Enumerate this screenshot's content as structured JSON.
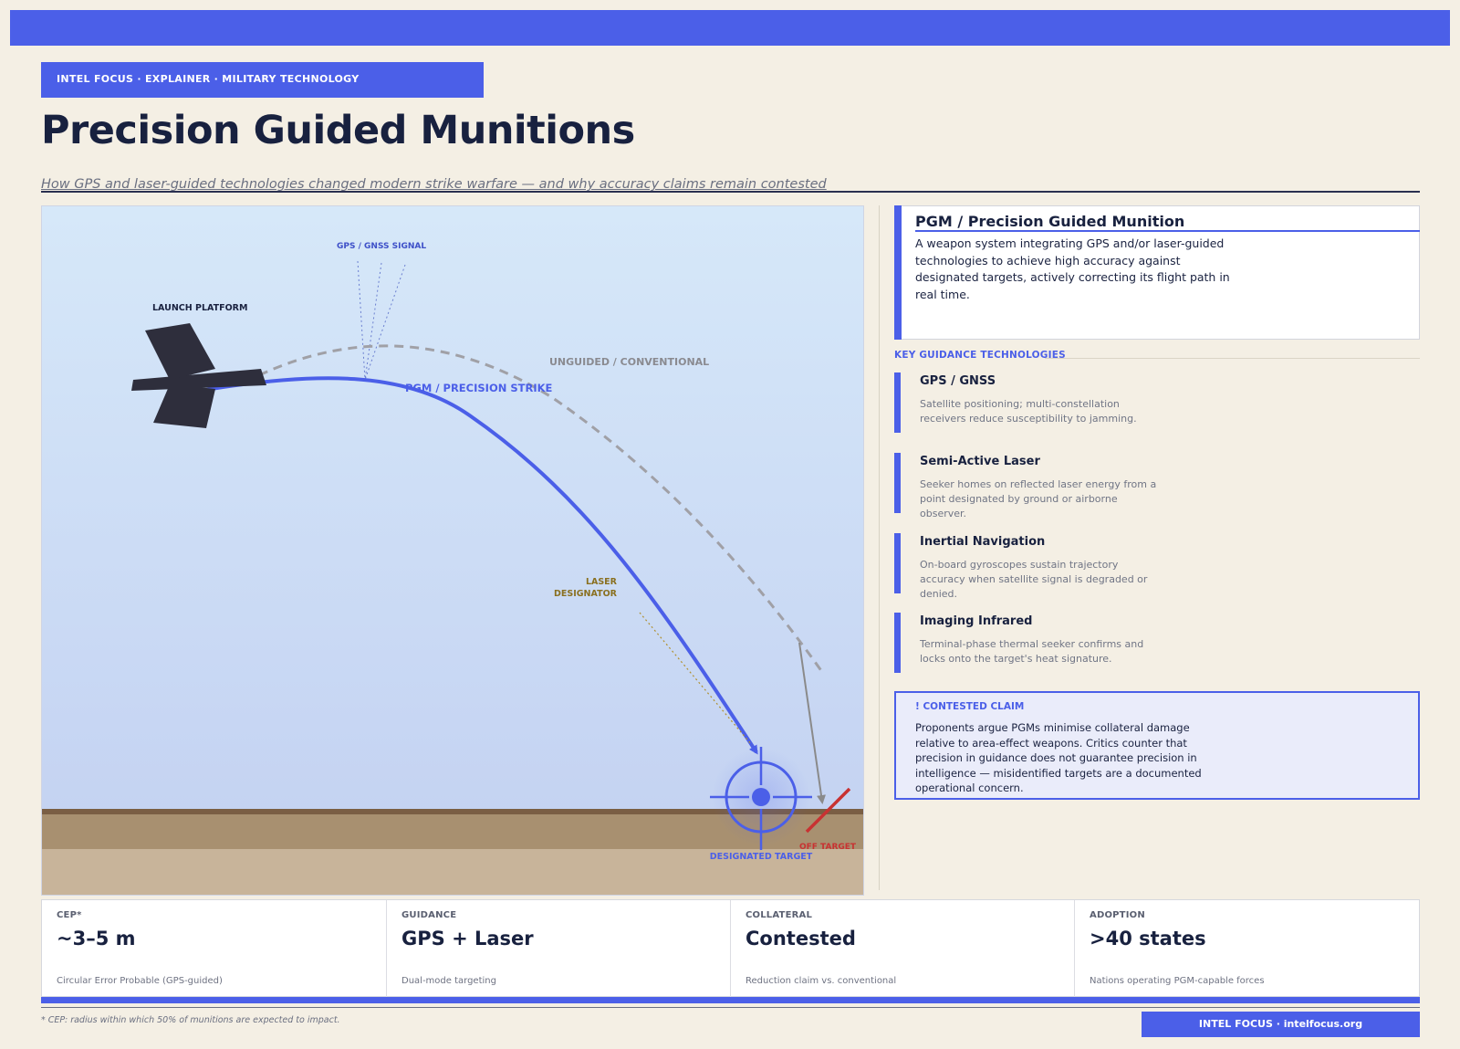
{
  "header": {
    "kicker": "INTEL FOCUS  ·  EXPLAINER  ·  MILITARY TECHNOLOGY",
    "title": "Precision Guided Munitions",
    "subtitle": "How GPS and laser-guided technologies changed modern strike warfare — and why accuracy claims remain contested"
  },
  "diagram": {
    "gps_label": "GPS / GNSS SIGNAL",
    "platform_label": "LAUNCH PLATFORM",
    "unguided_label": "UNGUIDED  /  CONVENTIONAL",
    "pgm_label": "PGM  /  PRECISION STRIKE",
    "laser_label_1": "LASER",
    "laser_label_2": "DESIGNATOR",
    "target_label": "DESIGNATED TARGET",
    "off_target_label": "OFF TARGET",
    "colors": {
      "accent": "#4b5fe8",
      "unguided": "#9a9a9a",
      "laser": "#8a7020",
      "off_target": "#c83232",
      "platform": "#2e2e3c"
    }
  },
  "definition": {
    "title": "PGM  /  Precision Guided Munition",
    "text": "A weapon system integrating GPS and/or laser-guided technologies to achieve high accuracy against designated targets, actively correcting its flight path in real time."
  },
  "technologies": {
    "heading": "KEY GUIDANCE TECHNOLOGIES",
    "items": [
      {
        "name": "GPS / GNSS",
        "desc": "Satellite positioning; multi-constellation receivers reduce susceptibility to jamming."
      },
      {
        "name": "Semi-Active Laser",
        "desc": "Seeker homes on reflected laser energy from a point designated by ground or airborne observer."
      },
      {
        "name": "Inertial Navigation",
        "desc": "On-board gyroscopes sustain trajectory accuracy when satellite signal is degraded or denied."
      },
      {
        "name": "Imaging Infrared",
        "desc": "Terminal-phase thermal seeker confirms and locks onto the target's heat signature."
      }
    ]
  },
  "claim": {
    "title": "!  CONTESTED CLAIM",
    "text": "Proponents argue PGMs minimise collateral damage relative to area-effect weapons. Critics counter that precision in guidance does not guarantee precision in intelligence — misidentified targets are a documented operational concern."
  },
  "stats": [
    {
      "label": "CEP*",
      "value": "~3–5 m",
      "note": "Circular Error Probable (GPS-guided)"
    },
    {
      "label": "GUIDANCE",
      "value": "GPS + Laser",
      "note": "Dual-mode targeting"
    },
    {
      "label": "COLLATERAL",
      "value": "Contested",
      "note": "Reduction claim vs. conventional"
    },
    {
      "label": "ADOPTION",
      "value": ">40 states",
      "note": "Nations operating PGM-capable forces"
    }
  ],
  "footer": {
    "footnote": "* CEP: radius within which 50% of munitions are expected to impact.",
    "brand": "INTEL FOCUS  ·  intelfocus.org"
  }
}
